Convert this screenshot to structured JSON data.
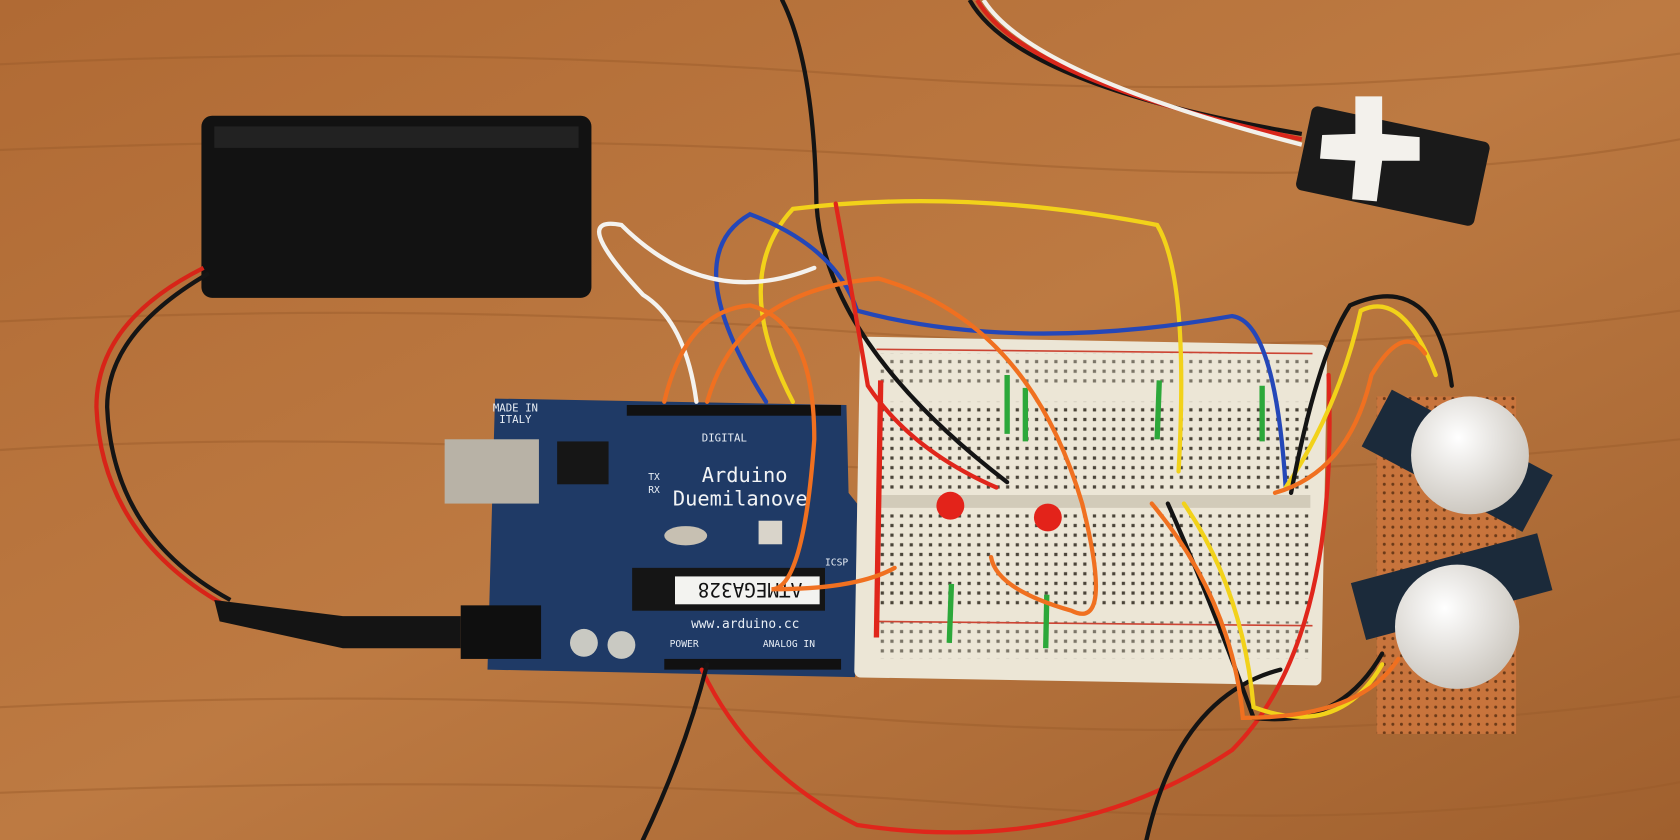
{
  "board": {
    "made_in": "MADE IN",
    "italy": "ITALY",
    "name_line1": "Arduino",
    "name_line2": "Duemilanove",
    "digital": "DIGITAL",
    "website": "www.arduino.cc",
    "chip": "ATMEGA328",
    "power": "POWER",
    "analog_in": "ANALOG IN",
    "icsp": "ICSP",
    "tx": "TX",
    "rx": "RX"
  },
  "colors": {
    "wood": "#b3703a",
    "board": "#1f3a66",
    "breadboard": "#ece6d6",
    "perfboard": "#c8743c",
    "wire_red": "#e0261b",
    "wire_black": "#141414",
    "wire_yellow": "#f2d21a",
    "wire_orange": "#f07020",
    "wire_blue": "#2447b8",
    "wire_white": "#f4f2ee",
    "wire_green": "#2ca83a"
  }
}
